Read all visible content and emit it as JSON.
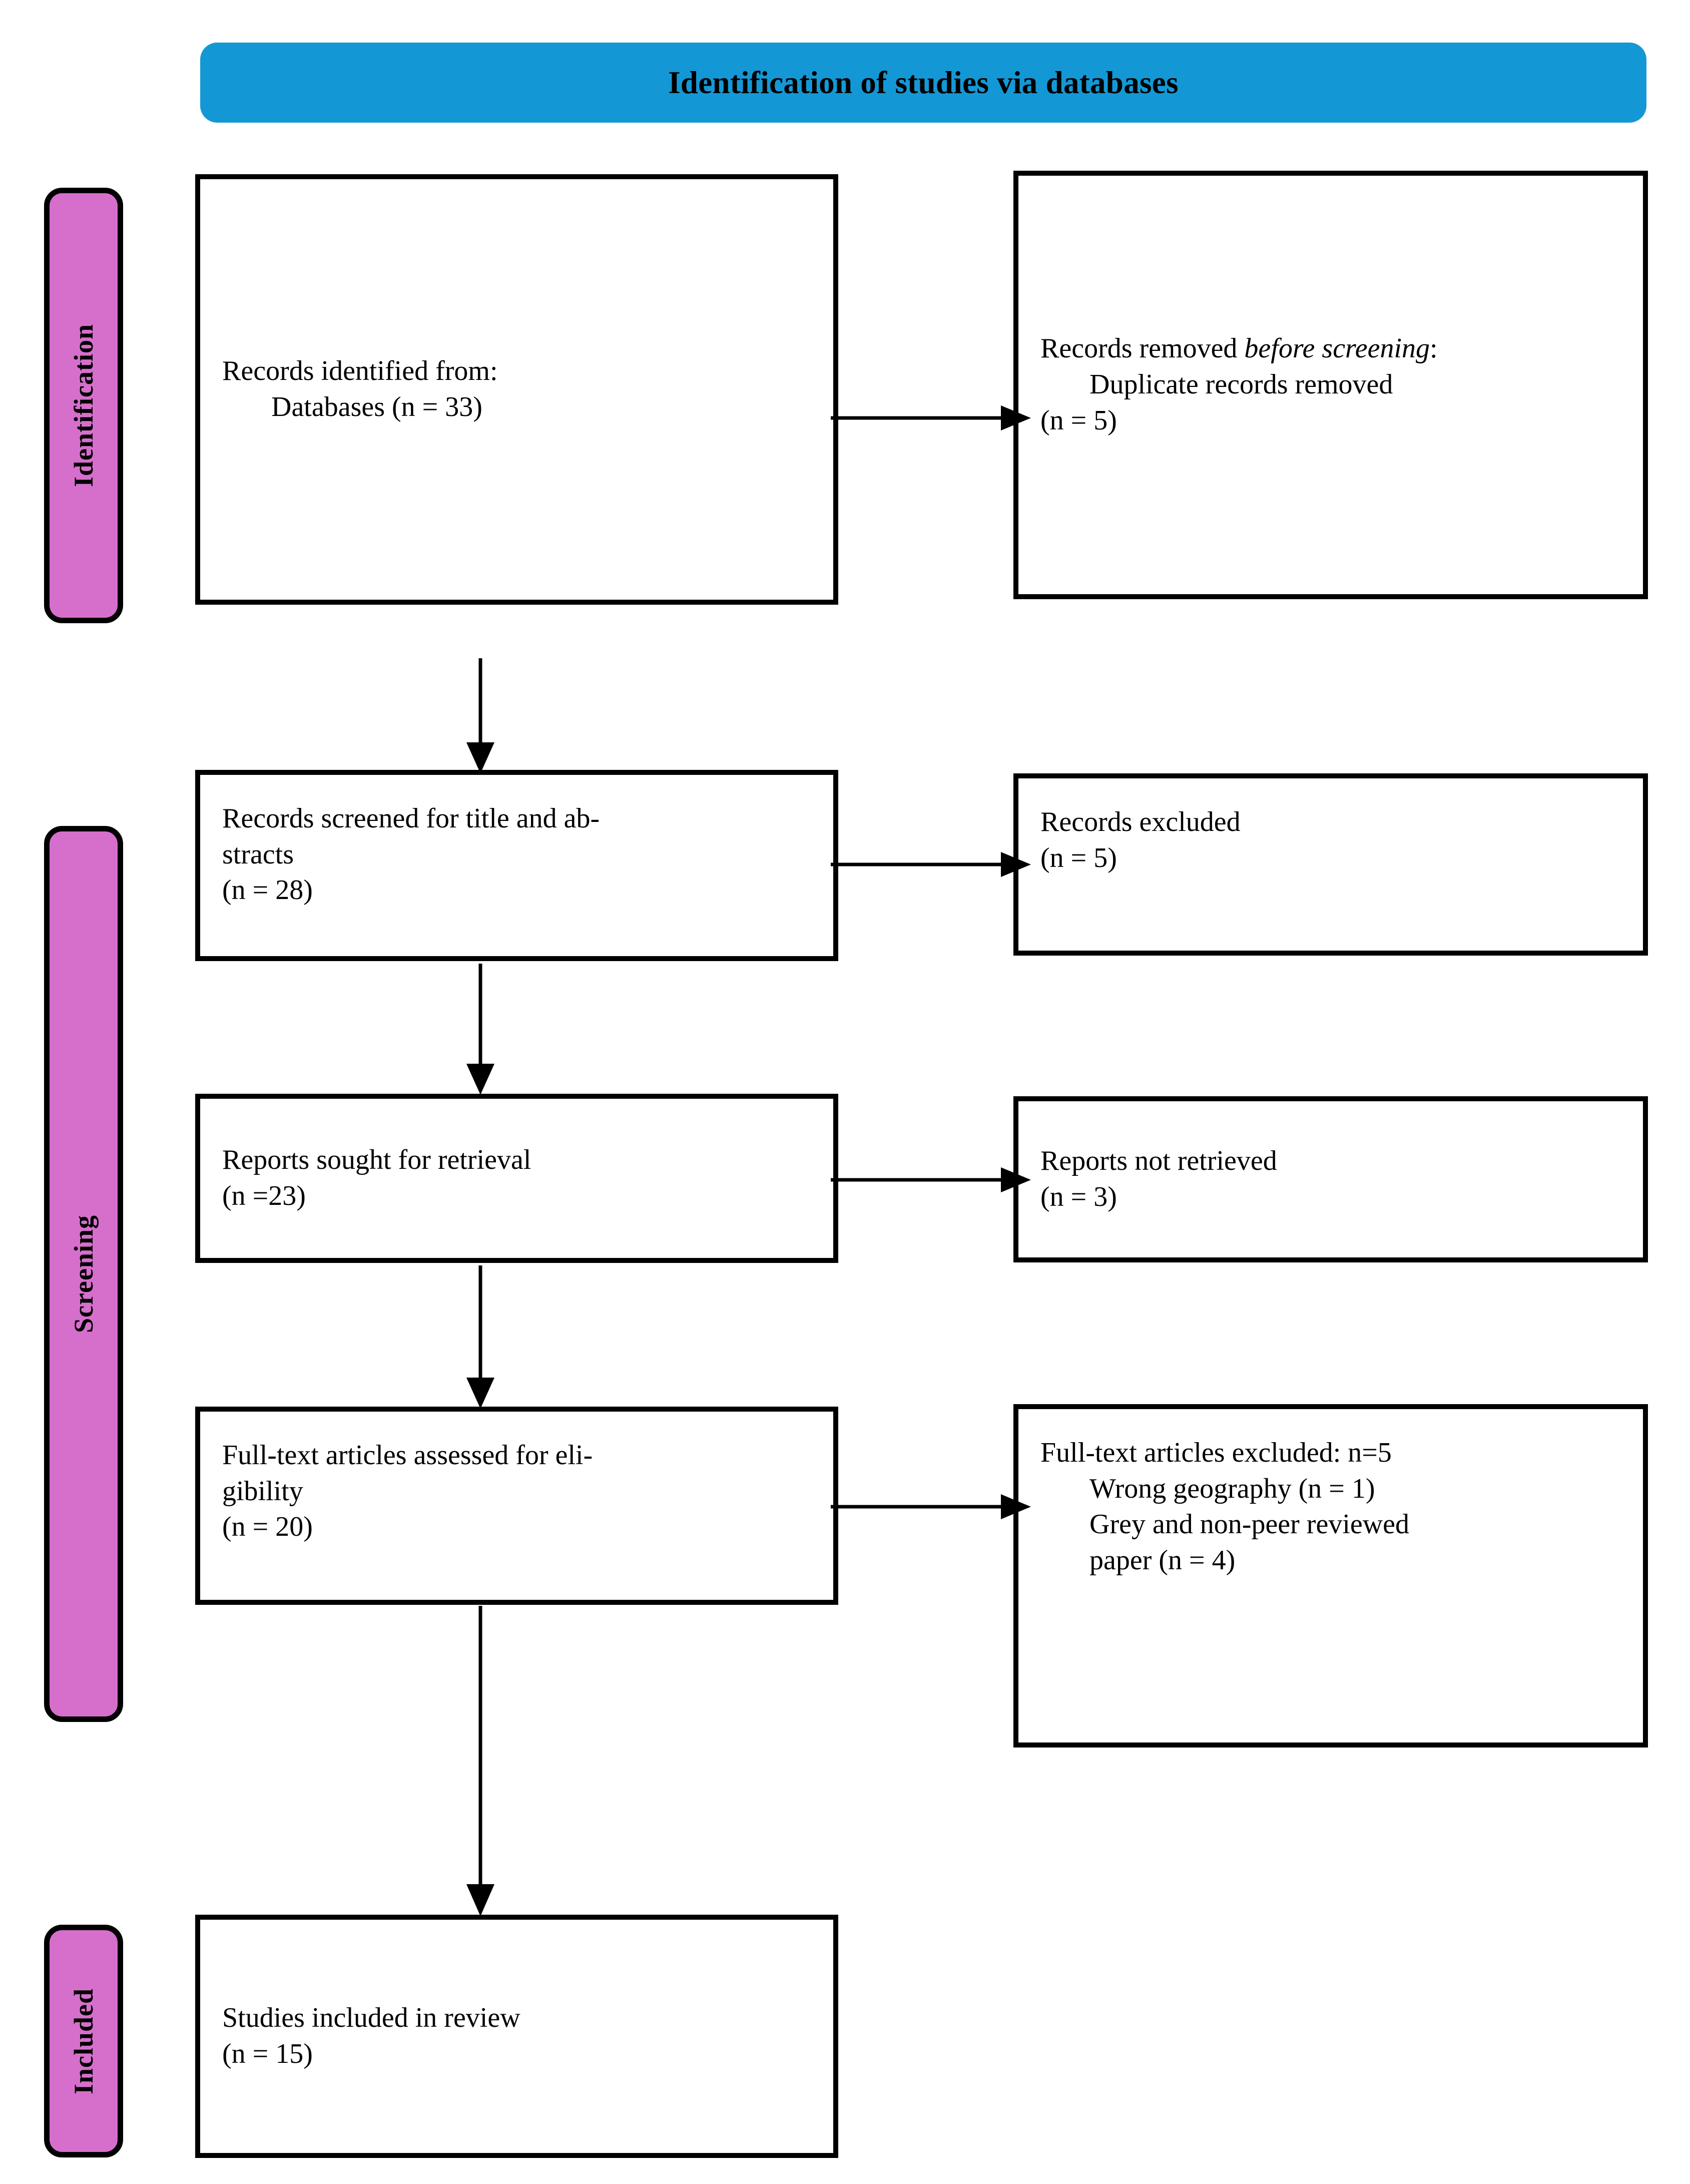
{
  "banner": {
    "title": "Identification of studies via databases",
    "color": "#1498d5"
  },
  "stages": {
    "color": "#d66fcc",
    "identification": "Identification",
    "screening": "Screening",
    "included": "Included"
  },
  "boxes": {
    "identified": {
      "line1": "Records identified from:",
      "line2": "Databases (n = 33)"
    },
    "removed": {
      "line1_prefix": "Records removed ",
      "line1_italic": "before screening",
      "line1_suffix": ":",
      "line2": "Duplicate records removed",
      "line3": "(n = 5)"
    },
    "screened": {
      "line1": "Records screened for title and ab-",
      "line2": "stracts",
      "line3": "(n = 28)"
    },
    "excluded": {
      "line1": "Records excluded",
      "line2": "(n = 5)"
    },
    "sought": {
      "line1": "Reports sought for retrieval",
      "line2": "(n =23)"
    },
    "not_retrieved": {
      "line1": "Reports not retrieved",
      "line2": "(n = 3)"
    },
    "fulltext": {
      "line1": "Full-text articles assessed for eli-",
      "line2": "gibility",
      "line3": "(n = 20)"
    },
    "fulltext_excluded": {
      "line1": "Full-text articles excluded: n=5",
      "line2": "Wrong geography (n = 1)",
      "line3": "Grey and non-peer reviewed",
      "line4": "paper (n = 4)"
    },
    "included": {
      "line1": "Studies included in review",
      "line2": "(n = 15)"
    }
  }
}
